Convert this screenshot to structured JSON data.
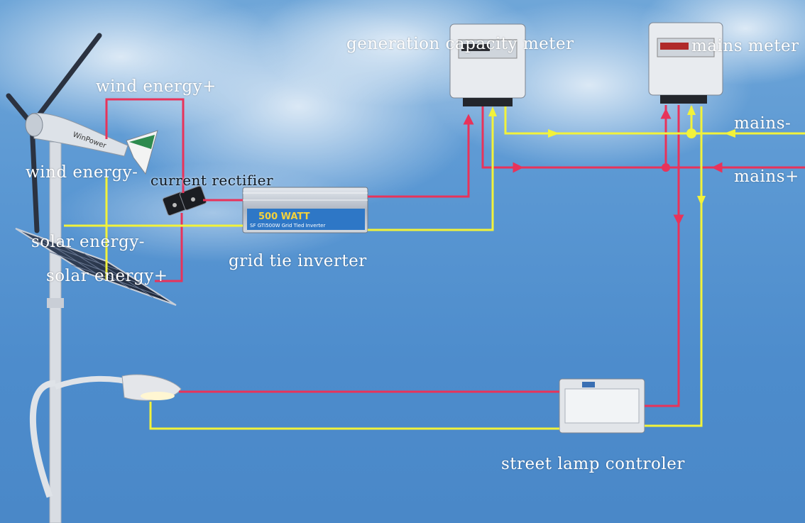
{
  "labels": {
    "wind_energy_plus": "wind energy+",
    "wind_energy_minus": "wind energy-",
    "current_rectifier": "current rectifier",
    "solar_energy_minus": "solar energy-",
    "solar_energy_plus": "solar energy+",
    "grid_tie_inverter": "grid tie inverter",
    "generation_capacity_meter": "generation capacity meter",
    "mains_meter": "mains meter",
    "mains_minus": "mains-",
    "mains_plus": "mains+",
    "street_lamp_controler": "street lamp controler"
  },
  "device_text": {
    "turbine_brand": "WinPower",
    "inverter_wattage": "500 WATT",
    "inverter_model": "SF GTI500W Grid Tied Inverter"
  },
  "colors": {
    "positive_wire": "#e8335a",
    "negative_wire": "#f2f23a",
    "sky": "#5b98d3"
  }
}
